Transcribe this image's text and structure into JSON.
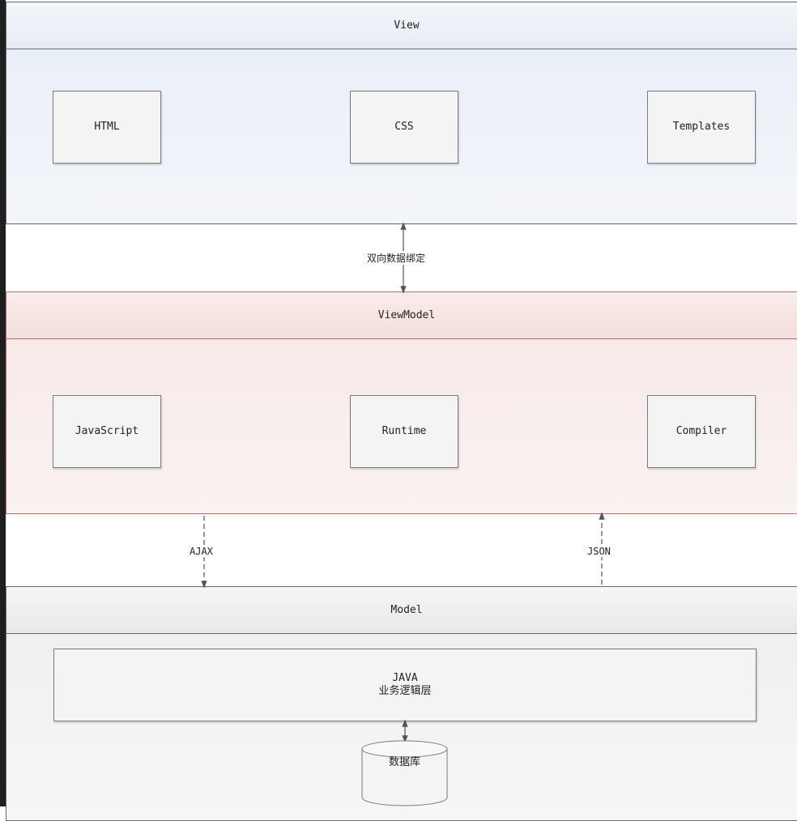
{
  "view": {
    "title": "View",
    "items": [
      "HTML",
      "CSS",
      "Templates"
    ]
  },
  "binding_label": "双向数据绑定",
  "viewmodel": {
    "title": "ViewModel",
    "items": [
      "JavaScript",
      "Runtime",
      "Compiler"
    ]
  },
  "ajax_label": "AJAX",
  "json_label": "JSON",
  "model": {
    "title": "Model",
    "logic_line1": "JAVA",
    "logic_line2": "业务逻辑层",
    "database": "数据库"
  }
}
